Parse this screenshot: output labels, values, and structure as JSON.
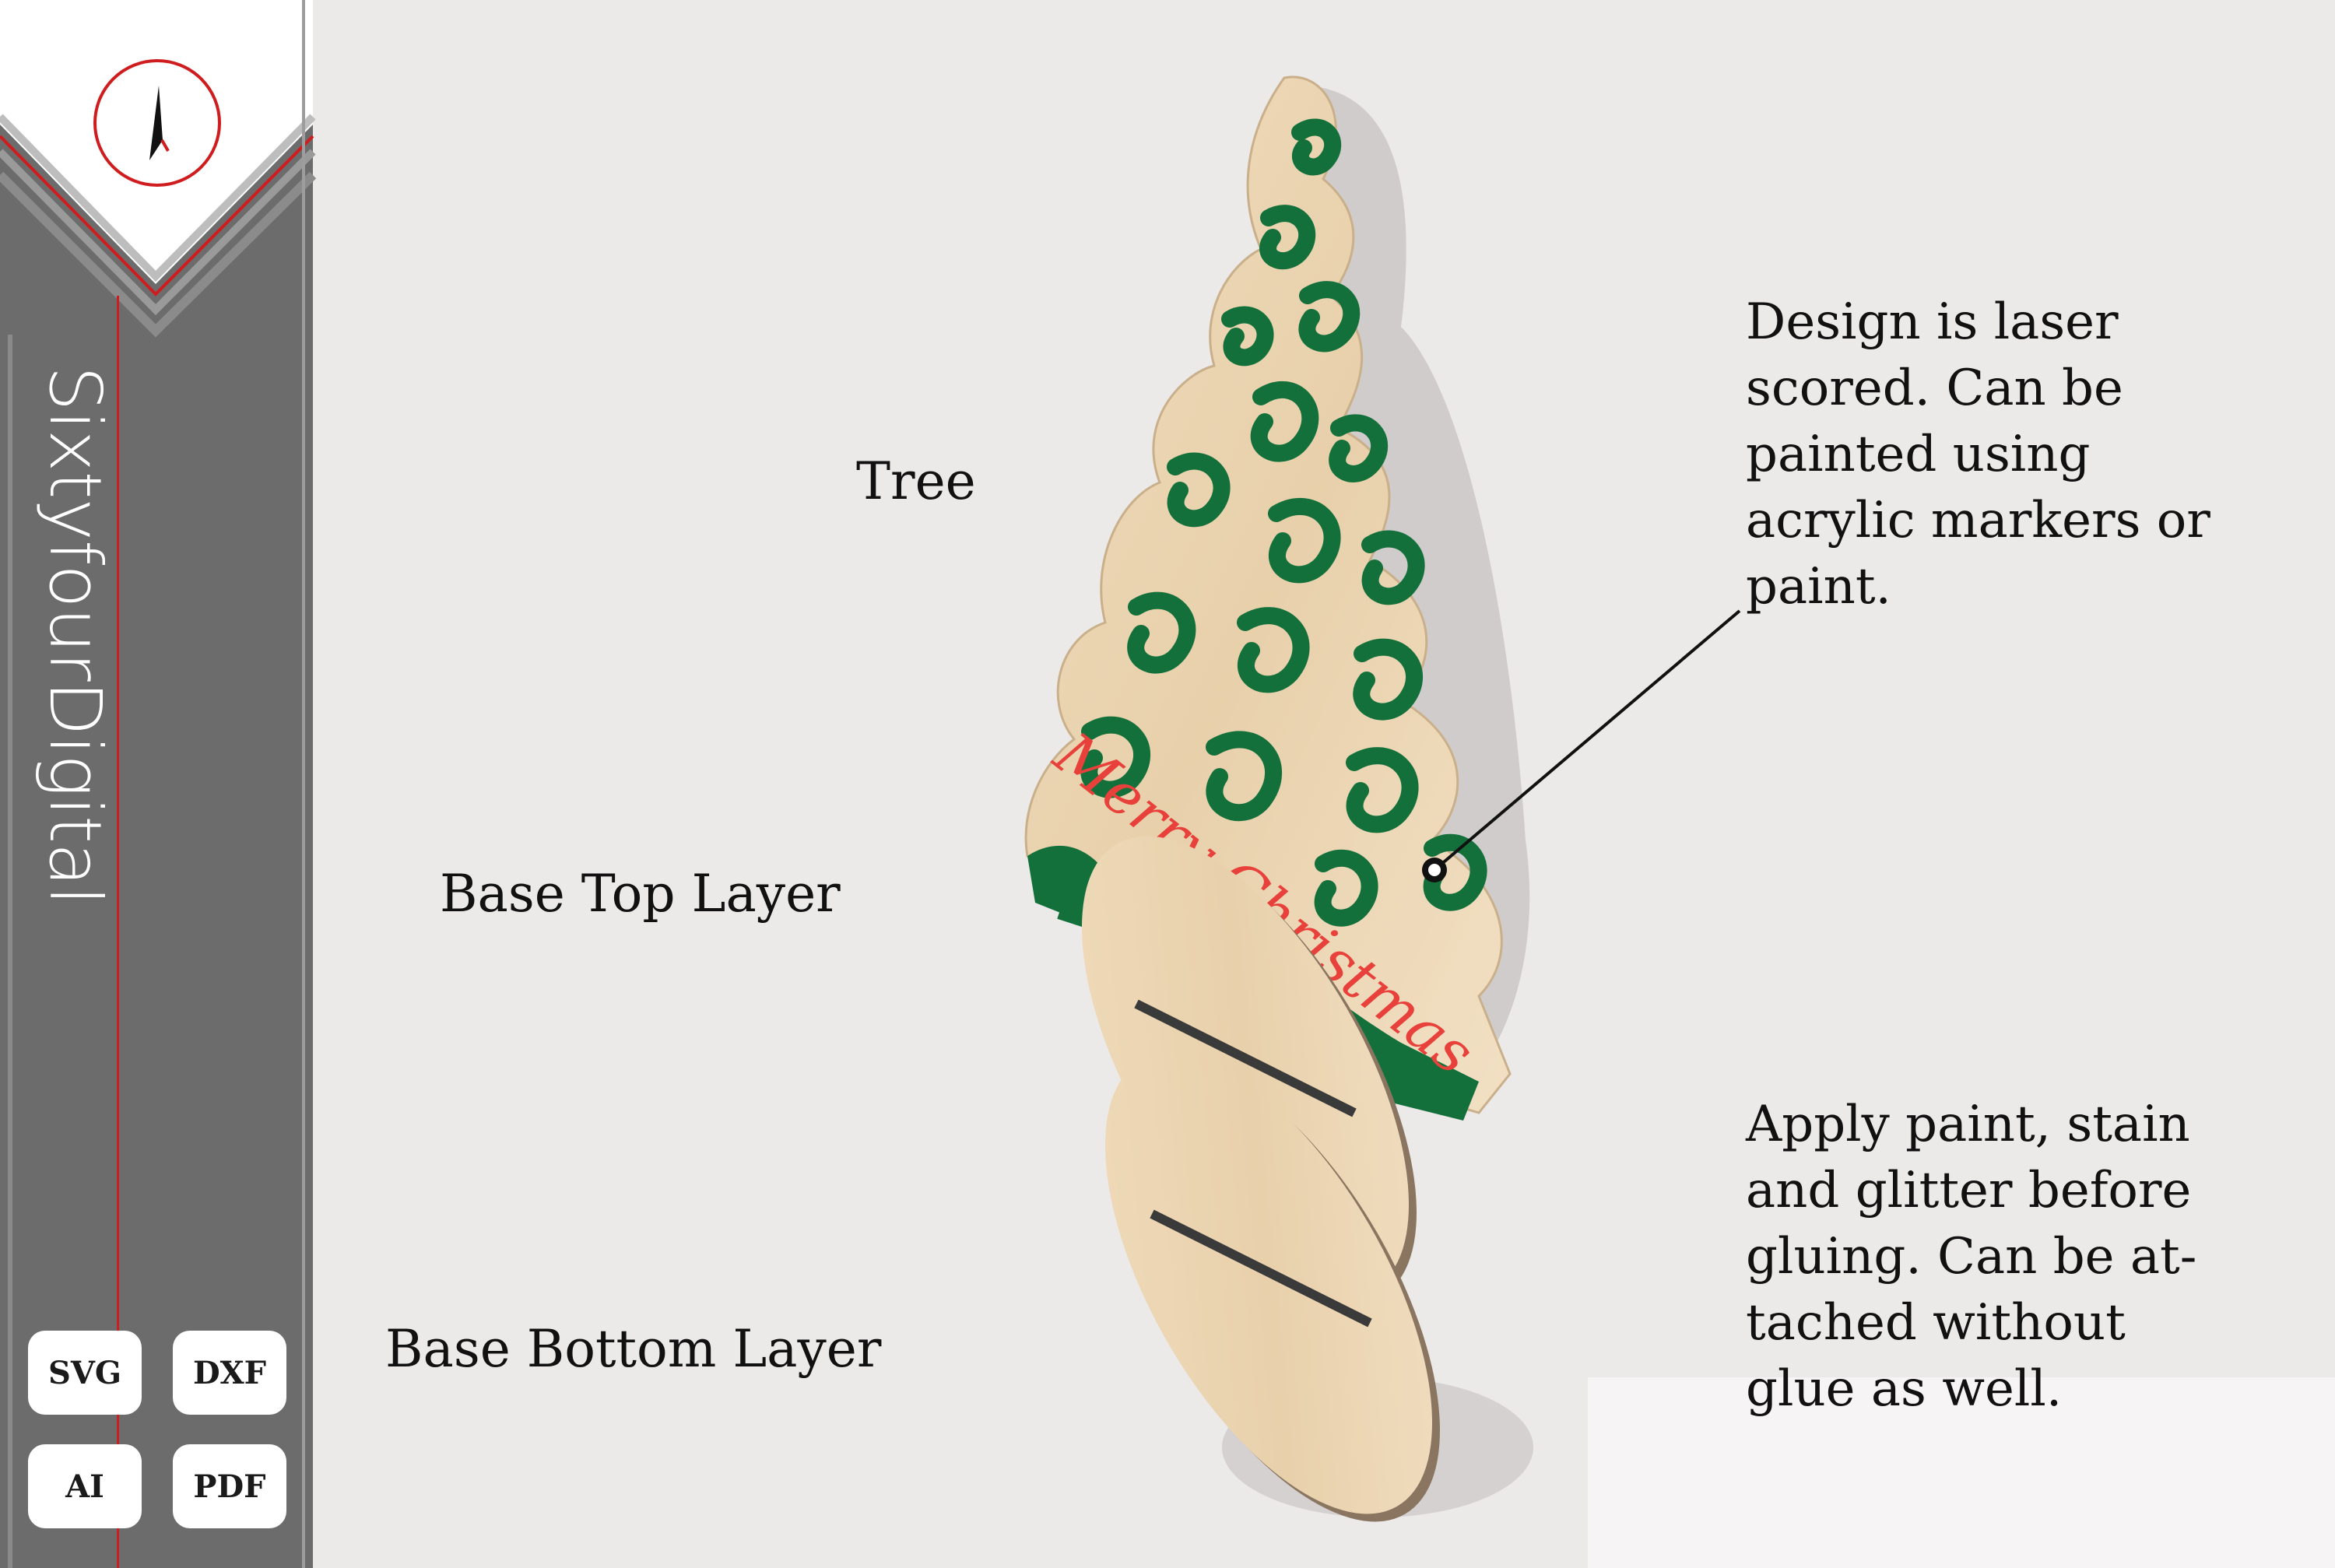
{
  "brand": {
    "name": "SixtyfourDigital"
  },
  "formats": [
    "SVG",
    "DXF",
    "AI",
    "PDF"
  ],
  "labels": {
    "tree": "Tree",
    "base_top": "Base Top Layer",
    "base_bottom": "Base Bottom Layer"
  },
  "notes": {
    "laser": [
      "Design is laser",
      "scored. Can be",
      "painted using",
      "acrylic markers or",
      "paint."
    ],
    "paint": [
      "Apply paint, stain",
      "and glitter before",
      "gluing. Can be at-",
      "tached without",
      "glue as well."
    ]
  },
  "ornament_text": "Merry Christmas",
  "colors": {
    "sidebar": "#6b6b6b",
    "accent_red": "#d0191c",
    "tree_green": "#13703a",
    "wood": "#ead5b4"
  }
}
